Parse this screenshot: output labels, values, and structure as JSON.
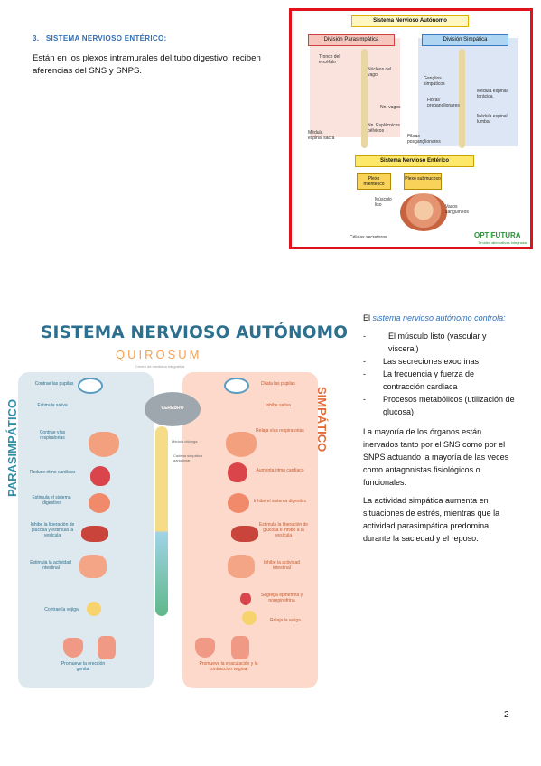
{
  "section": {
    "number": "3.",
    "title": "SISTEMA NERVIOSO ENTÉRICO:",
    "body": "Están en los plexos intramurales del tubo digestivo, reciben aferencias del SNS y SNPS."
  },
  "figure1": {
    "title": "Sistema Nervioso Autónomo",
    "para_header": "División Parasimpática",
    "symp_header": "División Simpática",
    "labels": {
      "tronco": "Tronco del encéfalo",
      "nucleos": "Núcleos del vago",
      "vagos": "Nn. vagos",
      "esplacnicos": "Nn. Esplácnicos pélvicos",
      "medula_sacra": "Médula espinal sacra",
      "ganglios": "Ganglios simpáticos",
      "fibras_pre": "Fibras preganglionares",
      "medula_toracica": "Médula espinal torácica",
      "medula_lumbar": "Médula espinal lumbar",
      "fibras_post": "Fibras posganglionares",
      "plexo_mienterico": "Plexo mientérico",
      "plexo_submucoso": "Plexo submucoso",
      "musculo_liso": "Músculo liso",
      "vasos": "Vasos sanguíneos",
      "celulas": "Células secretoras"
    },
    "enteric_title": "Sistema Nervioso Entérico",
    "logo": "OPTIFUTURA",
    "logo_sub": "Tiroides alternativas integradas"
  },
  "figure2": {
    "title": "SISTEMA NERVIOSO AUTÓNOMO",
    "brand": "QUIROSUM",
    "brand_sub": "Centro de medicina integrativa",
    "left_side": "PARASIMPÁTICO",
    "right_side": "SIMPÁTICO",
    "brain": "CEREBRO",
    "mid_labels": [
      "Médula oblonga",
      "Cadena simpática ganglionar"
    ],
    "para_labels": [
      "Contrae las pupilas",
      "Estimula saliva",
      "Contrae vías respiratorias",
      "Reduce ritmo cardíaco",
      "Estimula el sistema digestivo",
      "Inhibe la liberación de glucosa y estimula la vesícula",
      "Estimula la actividad intestinal",
      "Contrae la vejiga",
      "Promueve la erección genital"
    ],
    "symp_labels": [
      "Dilata las pupilas",
      "Inhibe saliva",
      "Relaja vías respiratorias",
      "Aumenta ritmo cardíaco",
      "Inhibe el sistema digestivo",
      "Estimula la liberación de glucosa e inhibe a la vesícula",
      "Inhibe la actividad intestinal",
      "Segrega epinefrina y norepinefrina",
      "Relaja la vejiga",
      "Promueve la eyaculación y la contracción vaginal"
    ]
  },
  "right_column": {
    "intro_prefix": "El ",
    "intro_highlight": "sistema nervioso autónomo controla:",
    "items": [
      "El músculo listo (vascular y visceral)",
      "Las secreciones exocrinas",
      "La frecuencia y fuerza de contracción cardiaca",
      "Procesos metabólicos (utilización de glucosa)"
    ],
    "dash": "-",
    "para2": "La mayoría de los órganos están inervados tanto por el SNS como por el SNPS actuando la mayoría de las veces como antagonistas fisiológicos o funcionales.",
    "para3": "La actividad simpática aumenta en situaciones de estrés, mientras que la actividad parasimpática predomina durante la saciedad y el reposo."
  },
  "page_number": "2",
  "colors": {
    "accent_blue": "#2f6fba",
    "figure_border": "#e1121b",
    "para_color": "#2d8faa",
    "symp_color": "#e36b3a"
  }
}
